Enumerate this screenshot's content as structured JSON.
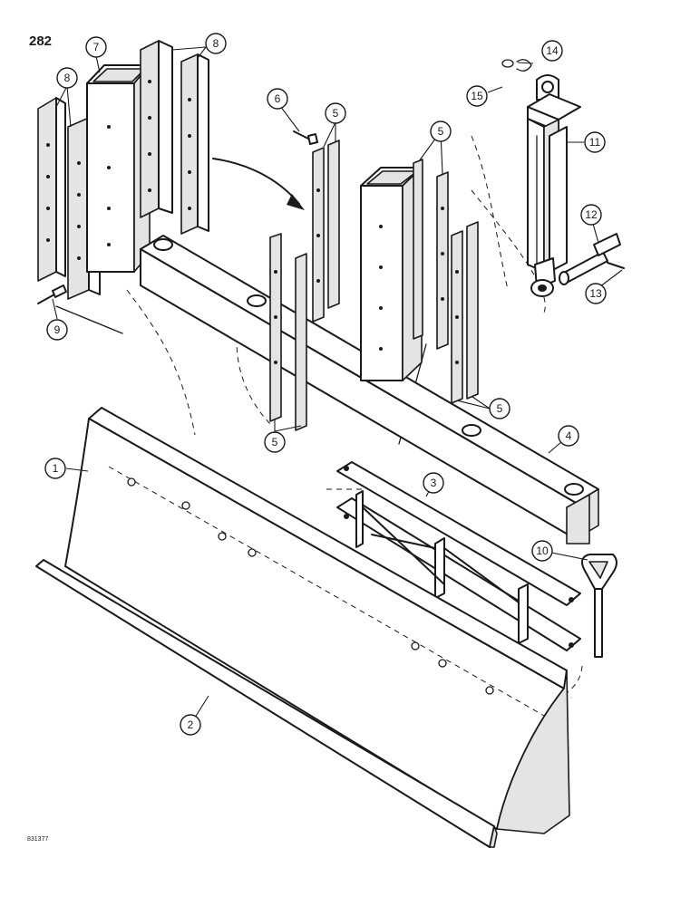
{
  "page": {
    "number": "282",
    "drawing_id": "831377"
  },
  "callouts": [
    {
      "id": "c1",
      "label": "1"
    },
    {
      "id": "c2",
      "label": "2"
    },
    {
      "id": "c3",
      "label": "3"
    },
    {
      "id": "c4",
      "label": "4"
    },
    {
      "id": "c5a",
      "label": "5"
    },
    {
      "id": "c5b",
      "label": "5"
    },
    {
      "id": "c5c",
      "label": "5"
    },
    {
      "id": "c5d",
      "label": "5"
    },
    {
      "id": "c6",
      "label": "6"
    },
    {
      "id": "c7",
      "label": "7"
    },
    {
      "id": "c8a",
      "label": "8"
    },
    {
      "id": "c8b",
      "label": "8"
    },
    {
      "id": "c9",
      "label": "9"
    },
    {
      "id": "c10",
      "label": "10"
    },
    {
      "id": "c11",
      "label": "11"
    },
    {
      "id": "c12",
      "label": "12"
    },
    {
      "id": "c13",
      "label": "13"
    },
    {
      "id": "c14",
      "label": "14"
    },
    {
      "id": "c15",
      "label": "15"
    }
  ]
}
